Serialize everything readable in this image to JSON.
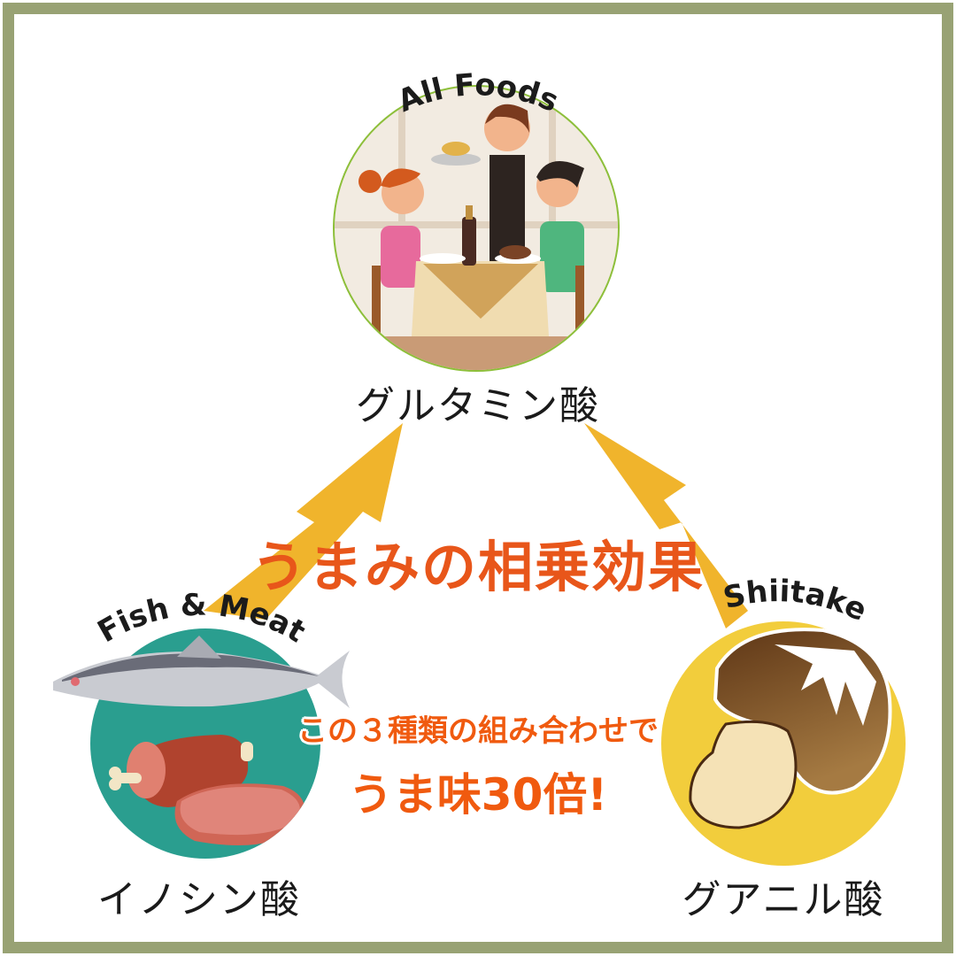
{
  "diagram": {
    "headline": "うまみの相乗効果",
    "subtext_line1": "この３種類の組み合わせで",
    "subtext_line2": "うま味30倍!",
    "nodes": [
      {
        "id": "all-foods",
        "title": "All Foods",
        "label": "グルタミン酸",
        "illustration": "restaurant-dining-scene",
        "ring_color": "#8dbf3a"
      },
      {
        "id": "fish-meat",
        "title": "Fish & Meat",
        "label": "イノシン酸",
        "illustration": "tuna-and-meat",
        "circle_color": "#2a9e8f"
      },
      {
        "id": "shiitake",
        "title": "Shiitake",
        "label": "グアニル酸",
        "illustration": "shiitake-mushroom",
        "circle_color": "#f2cd3c"
      }
    ],
    "arrows": [
      {
        "from": "fish-meat",
        "to": "all-foods",
        "color": "#f0b42c"
      },
      {
        "from": "shiitake",
        "to": "all-foods",
        "color": "#f0b42c"
      }
    ],
    "colors": {
      "frame": "#98a274",
      "headline": "#e8561a",
      "subtext": "#f05a0f",
      "arrow": "#f0b42c"
    }
  }
}
